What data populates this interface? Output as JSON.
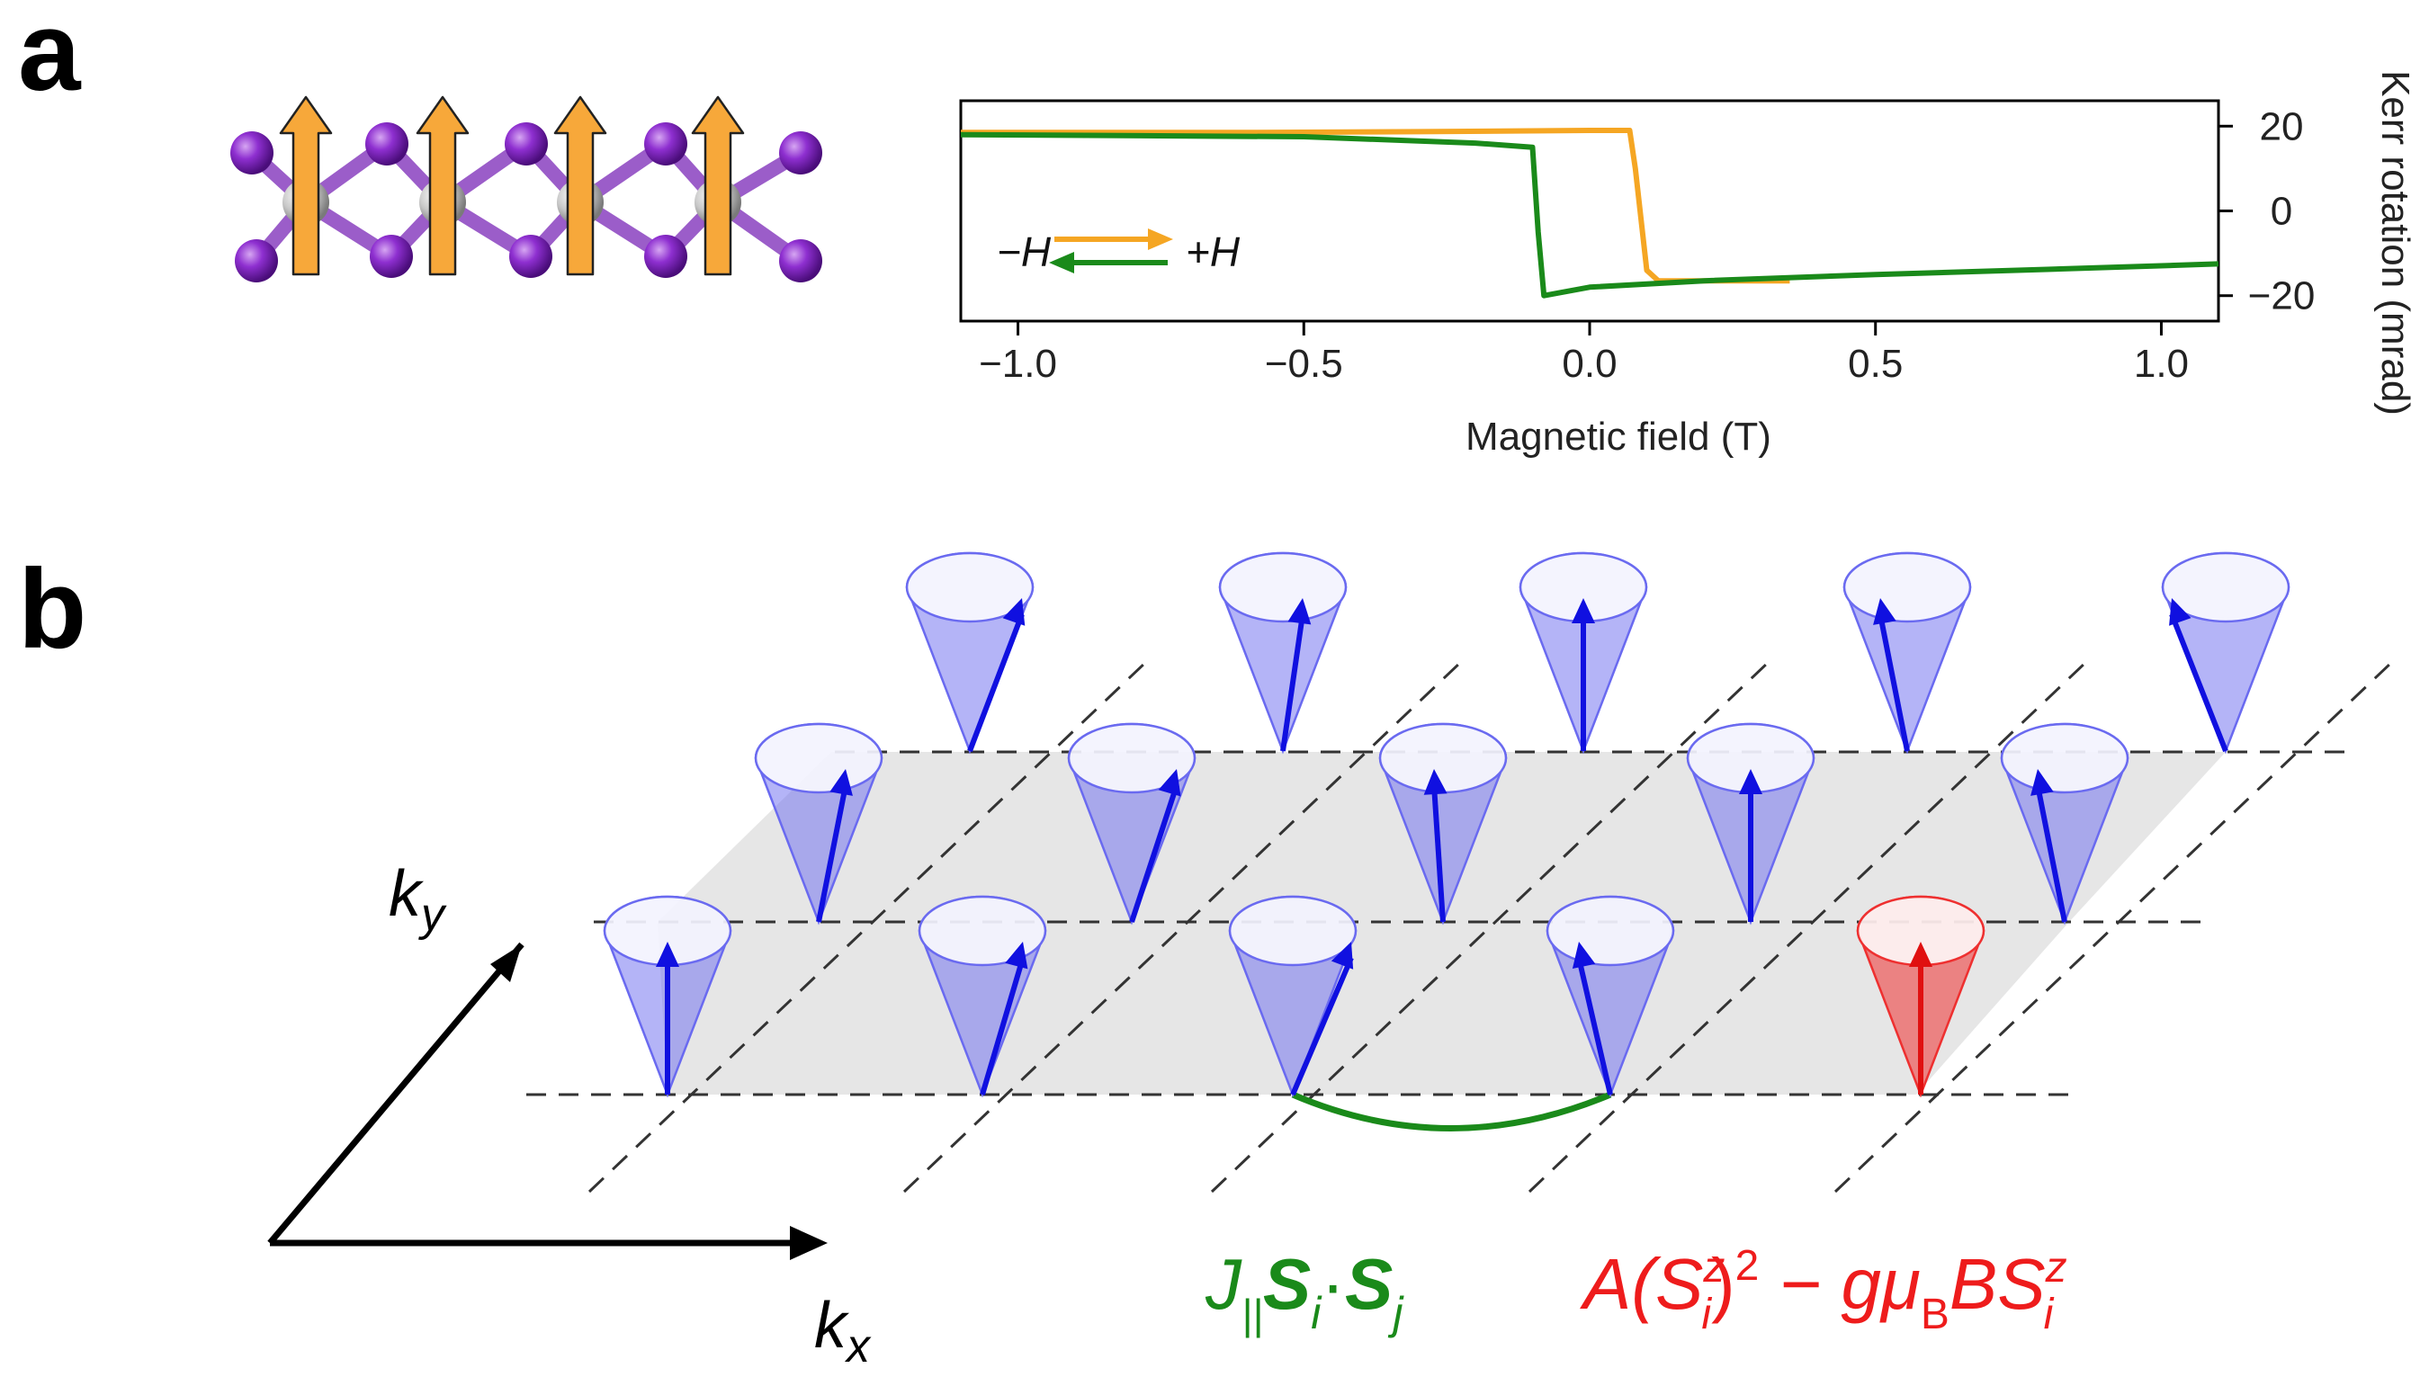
{
  "panel_a": {
    "label": "a",
    "chart_data": {
      "type": "line",
      "xlabel": "Magnetic field (T)",
      "ylabel": "Kerr rotation (mrad)",
      "xlim": [
        -1.1,
        1.1
      ],
      "ylim": [
        -26,
        26
      ],
      "x_ticks": [
        -1.0,
        -0.5,
        0.0,
        0.5,
        1.0
      ],
      "x_tick_labels": [
        "−1.0",
        "−0.5",
        "0.0",
        "0.5",
        "1.0"
      ],
      "y_ticks": [
        20,
        0,
        -20
      ],
      "y_tick_labels": [
        "20",
        "0",
        "−20"
      ],
      "y_axis_side": "right",
      "grid": false,
      "series": [
        {
          "name": "−H → +H",
          "color": "#f5a623",
          "x": [
            -1.1,
            -0.6,
            -0.3,
            0.0,
            0.07,
            0.08,
            0.1,
            0.12,
            0.2,
            0.35
          ],
          "y": [
            18.5,
            18.5,
            18.7,
            19.0,
            19.0,
            10.0,
            -14.0,
            -16.5,
            -16.5,
            -16.5
          ]
        },
        {
          "name": "+H → −H",
          "color": "#1a8a1a",
          "x": [
            1.1,
            0.8,
            0.5,
            0.2,
            0.0,
            -0.08,
            -0.09,
            -0.1,
            -0.2,
            -0.5,
            -1.1
          ],
          "y": [
            -12.5,
            -13.8,
            -15.0,
            -16.5,
            -18.0,
            -20.0,
            -5.0,
            15.0,
            16.0,
            17.5,
            18.0
          ]
        }
      ],
      "legend": {
        "left_label": "−H",
        "right_label": "+H",
        "placement": "left"
      }
    }
  },
  "panel_b": {
    "label": "b",
    "ky_label": "k",
    "ky_sub": "y",
    "kx_label": "k",
    "kx_sub": "x",
    "exchange_term": {
      "J": "J",
      "J_sub": "||",
      "S": "S",
      "i": "i",
      "dot": "·",
      "j": "j",
      "color": "#1a8a1a"
    },
    "anisotropy_term": {
      "text1": "A(S",
      "sup_z": "z",
      "sub_i": "i",
      "text2": ")",
      "sup_2": "2",
      "text3": " − gμ",
      "sub_B": "B",
      "text4": "BS",
      "color": "#ee1c1c"
    },
    "cone_color": "#6a6af0",
    "spin_color": "#1010e0",
    "highlight_color": "#ee3030"
  }
}
